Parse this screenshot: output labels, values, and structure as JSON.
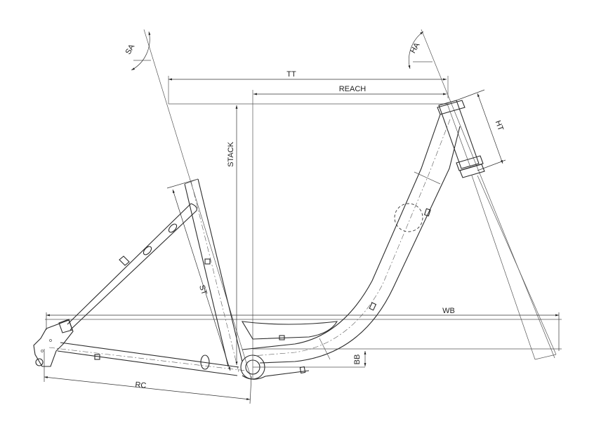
{
  "labels": {
    "sa": "SA",
    "ha": "HA",
    "tt": "TT",
    "reach": "REACH",
    "stack": "STACK",
    "ht": "HT",
    "st": "ST",
    "wb": "WB",
    "bb": "BB",
    "rc": "RC"
  },
  "colors": {
    "line": "#2b2b2b",
    "background": "#ffffff"
  }
}
